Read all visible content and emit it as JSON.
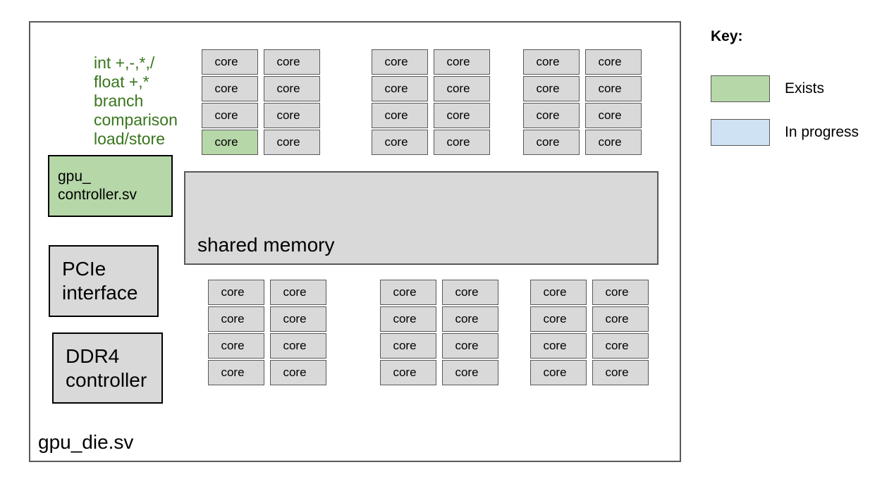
{
  "die": {
    "label": "gpu_die.sv",
    "annotation": {
      "lines": [
        "int +,-,*,/",
        "float +,*",
        "branch",
        "comparison",
        "load/store"
      ],
      "color": "#38761d"
    },
    "modules": {
      "gpu_controller": {
        "lines": [
          "gpu_",
          "controller.sv"
        ],
        "status": "exists"
      },
      "pcie": {
        "lines": [
          "PCIe",
          "interface"
        ],
        "status": "default"
      },
      "ddr4": {
        "lines": [
          "DDR4",
          "controller"
        ],
        "status": "default"
      },
      "shared_memory": {
        "label": "shared memory",
        "status": "default"
      }
    },
    "core_label": "core",
    "clusters": [
      {
        "name": "cluster-top-left",
        "cores": [
          "default",
          "default",
          "default",
          "default",
          "default",
          "default",
          "exists",
          "default"
        ]
      },
      {
        "name": "cluster-top-middle",
        "cores": [
          "default",
          "default",
          "default",
          "default",
          "default",
          "default",
          "default",
          "default"
        ]
      },
      {
        "name": "cluster-top-right",
        "cores": [
          "default",
          "default",
          "default",
          "default",
          "default",
          "default",
          "default",
          "default"
        ]
      },
      {
        "name": "cluster-bottom-left",
        "cores": [
          "default",
          "default",
          "default",
          "default",
          "default",
          "default",
          "default",
          "default"
        ]
      },
      {
        "name": "cluster-bottom-middle",
        "cores": [
          "default",
          "default",
          "default",
          "default",
          "default",
          "default",
          "default",
          "default"
        ]
      },
      {
        "name": "cluster-bottom-right",
        "cores": [
          "default",
          "default",
          "default",
          "default",
          "default",
          "default",
          "default",
          "default"
        ]
      }
    ]
  },
  "key": {
    "title": "Key:",
    "items": [
      {
        "label": "Exists",
        "color": "#b6d7a8"
      },
      {
        "label": "In progress",
        "color": "#cfe2f3"
      }
    ]
  },
  "colors": {
    "exists_fill": "#b6d7a8",
    "in_progress_fill": "#cfe2f3",
    "module_fill": "#d9d9d9",
    "annotation_text": "#38761d",
    "border_gray": "#595959"
  }
}
